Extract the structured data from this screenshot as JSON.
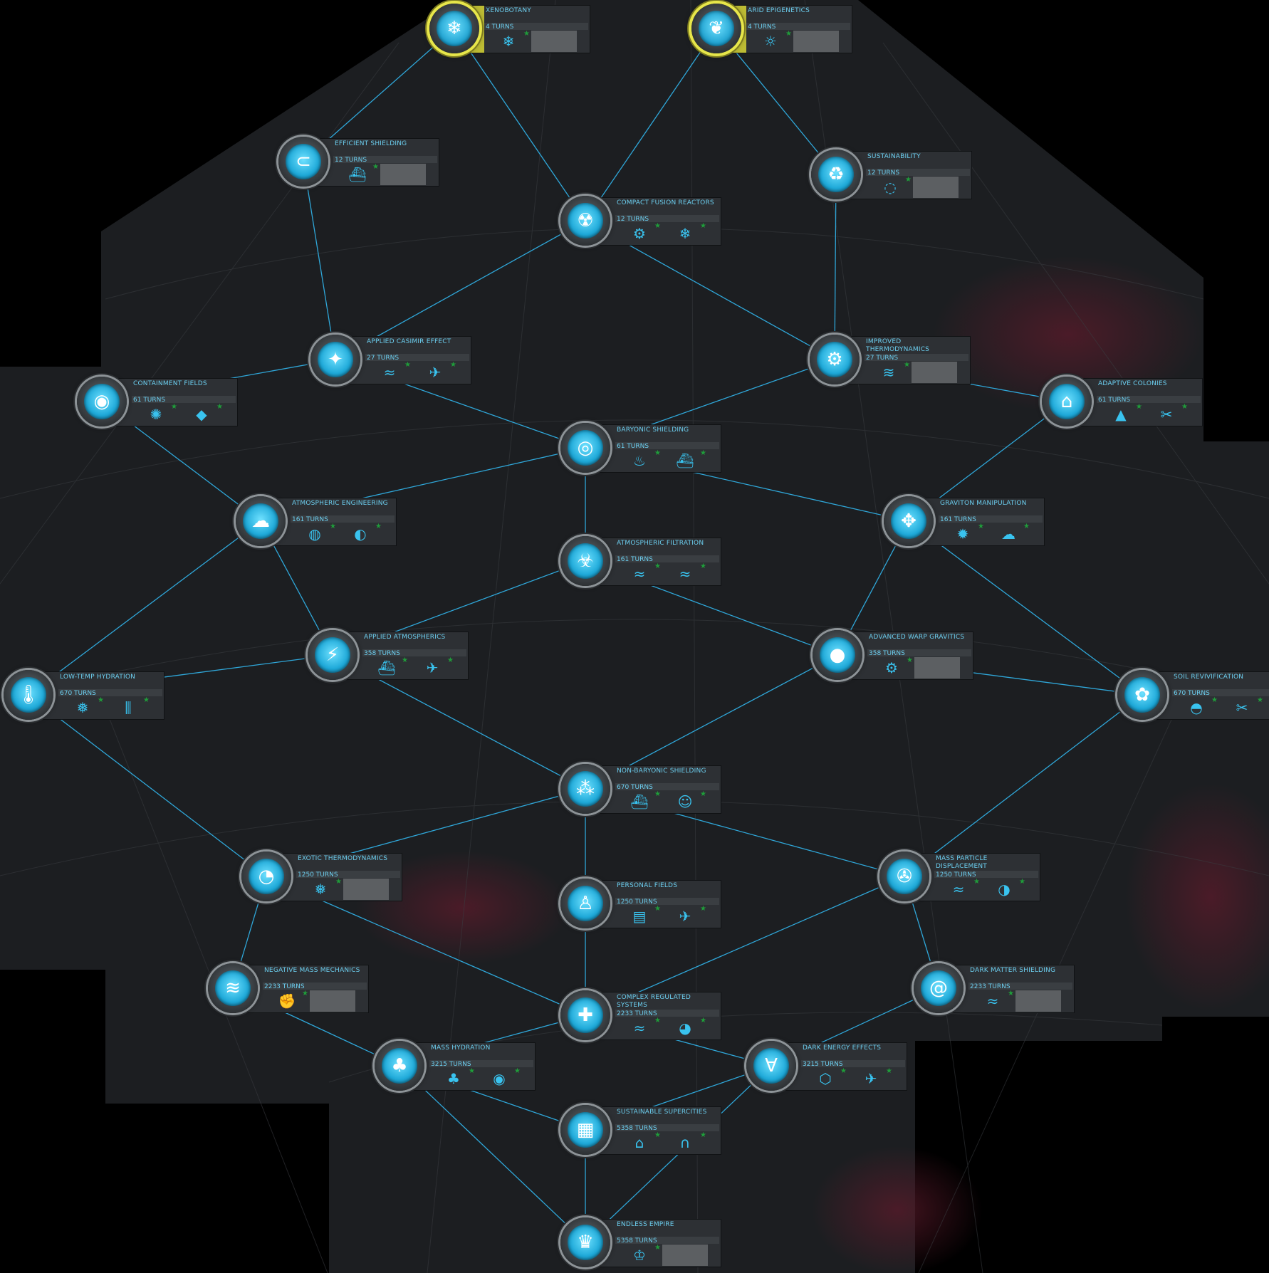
{
  "techs": [
    {
      "id": "xenobotany",
      "name": "XENOBOTANY",
      "turns": "4 TURNS",
      "researched": true,
      "icon": "snowflake-leaf-icon",
      "glyph": "❄",
      "unlocks": [
        "terraform-snow-icon",
        "empty"
      ]
    },
    {
      "id": "arid-epigenetics",
      "name": "ARID EPIGENETICS",
      "turns": "4 TURNS",
      "researched": true,
      "icon": "leaf-dunes-icon",
      "glyph": "❦",
      "unlocks": [
        "terraform-arid-icon",
        "empty"
      ]
    },
    {
      "id": "efficient-shielding",
      "name": "EFFICIENT SHIELDING",
      "turns": "12 TURNS",
      "researched": false,
      "icon": "magnet-icon",
      "glyph": "⊂",
      "unlocks": [
        "ship-hull-icon",
        "empty"
      ]
    },
    {
      "id": "sustainability",
      "name": "SUSTAINABILITY",
      "turns": "12 TURNS",
      "researched": false,
      "icon": "recycle-icon",
      "glyph": "♻",
      "unlocks": [
        "terraform-barren-icon",
        "empty"
      ]
    },
    {
      "id": "compact-fusion-reactors",
      "name": "COMPACT FUSION REACTORS",
      "turns": "12 TURNS",
      "researched": false,
      "icon": "radiation-icon",
      "glyph": "☢",
      "unlocks": [
        "engine-icon",
        "terraform-snow-icon"
      ]
    },
    {
      "id": "applied-casimir-effect",
      "name": "APPLIED CASIMIR EFFECT",
      "turns": "27 TURNS",
      "researched": false,
      "icon": "plates-spark-icon",
      "glyph": "✦",
      "unlocks": [
        "shield-wave-icon",
        "satellite-arrows-icon"
      ]
    },
    {
      "id": "improved-thermodynamics",
      "name": "IMPROVED THERMODYNAMICS",
      "turns": "27 TURNS",
      "researched": false,
      "icon": "engine-block-icon",
      "glyph": "⚙",
      "unlocks": [
        "heat-coil-icon",
        "empty"
      ]
    },
    {
      "id": "containment-fields",
      "name": "CONTAINMENT FIELDS",
      "turns": "61 TURNS",
      "researched": false,
      "icon": "vault-icon",
      "glyph": "◉",
      "unlocks": [
        "terraform-lava-icon",
        "resource-gems-icon"
      ]
    },
    {
      "id": "adaptive-colonies",
      "name": "ADAPTIVE COLONIES",
      "turns": "61 TURNS",
      "researched": false,
      "icon": "house-icon",
      "glyph": "⌂",
      "unlocks": [
        "pyramid-icon",
        "scissors-icon"
      ]
    },
    {
      "id": "baryonic-shielding",
      "name": "BARYONIC SHIELDING",
      "turns": "61 TURNS",
      "researched": false,
      "icon": "orb-icon",
      "glyph": "◎",
      "unlocks": [
        "terraform-fire-icon",
        "ship-hull-icon"
      ]
    },
    {
      "id": "atmospheric-engineering",
      "name": "ATMOSPHERIC ENGINEERING",
      "turns": "161 TURNS",
      "researched": false,
      "icon": "cloud-rain-icon",
      "glyph": "☁",
      "unlocks": [
        "terraform-ocean-icon",
        "planet-ring-icon"
      ]
    },
    {
      "id": "graviton-manipulation",
      "name": "GRAVITON MANIPULATION",
      "turns": "161 TURNS",
      "researched": false,
      "icon": "arrows-out-icon",
      "glyph": "✥",
      "unlocks": [
        "planet-fire-icon",
        "planet-storm-icon"
      ]
    },
    {
      "id": "atmospheric-filtration",
      "name": "ATMOSPHERIC FILTRATION",
      "turns": "161 TURNS",
      "researched": false,
      "icon": "biohazard-icon",
      "glyph": "☣",
      "unlocks": [
        "shield-wave-icon",
        "terraform-wave-icon"
      ]
    },
    {
      "id": "applied-atmospherics",
      "name": "APPLIED ATMOSPHERICS",
      "turns": "358 TURNS",
      "researched": false,
      "icon": "plug-bolt-icon",
      "glyph": "⚡",
      "unlocks": [
        "ship-hull-icon",
        "satellite-arrows-icon"
      ]
    },
    {
      "id": "advanced-warp-gravitics",
      "name": "ADVANCED WARP GRAVITICS",
      "turns": "358 TURNS",
      "researched": false,
      "icon": "apple-icon",
      "glyph": "●",
      "unlocks": [
        "engine-icon",
        "empty"
      ]
    },
    {
      "id": "low-temp-hydration",
      "name": "LOW-TEMP HYDRATION",
      "turns": "670 TURNS",
      "researched": false,
      "icon": "thermometer-icon",
      "glyph": "🌡",
      "unlocks": [
        "planet-snow-icon",
        "test-tubes-icon"
      ]
    },
    {
      "id": "soil-revivification",
      "name": "SOIL REVIVIFICATION",
      "turns": "670 TURNS",
      "researched": false,
      "icon": "planet-sprout-icon",
      "glyph": "✿",
      "unlocks": [
        "planet-arid-icon",
        "scissors-icon"
      ]
    },
    {
      "id": "non-baryonic-shielding",
      "name": "NON-BARYONIC SHIELDING",
      "turns": "670 TURNS",
      "researched": false,
      "icon": "atom-cells-icon",
      "glyph": "⁂",
      "unlocks": [
        "ship-hull-icon",
        "population-icon"
      ]
    },
    {
      "id": "exotic-thermodynamics",
      "name": "EXOTIC THERMODYNAMICS",
      "turns": "1250 TURNS",
      "researched": false,
      "icon": "gauge-icon",
      "glyph": "◔",
      "unlocks": [
        "planet-snow-icon",
        "empty"
      ]
    },
    {
      "id": "personal-fields",
      "name": "PERSONAL FIELDS",
      "turns": "1250 TURNS",
      "researched": false,
      "icon": "person-icon",
      "glyph": "♙",
      "unlocks": [
        "calculator-icon",
        "satellite-arrows-icon"
      ]
    },
    {
      "id": "mass-particle-displacement",
      "name": "MASS PARTICLE DISPLACEMENT",
      "turns": "1250 TURNS",
      "researched": false,
      "icon": "tri-orb-icon",
      "glyph": "✇",
      "unlocks": [
        "shield-wave-icon",
        "planet-terraform-icon"
      ]
    },
    {
      "id": "negative-mass-mechanics",
      "name": "NEGATIVE MASS MECHANICS",
      "turns": "2233 TURNS",
      "researched": false,
      "icon": "wave-sphere-icon",
      "glyph": "≋",
      "unlocks": [
        "muscle-arm-icon",
        "empty"
      ]
    },
    {
      "id": "complex-regulated-systems",
      "name": "COMPLEX REGULATED SYSTEMS",
      "turns": "2233 TURNS",
      "researched": false,
      "icon": "puzzle-icon",
      "glyph": "✚",
      "unlocks": [
        "shield-wave-icon",
        "planet-lava-icon"
      ]
    },
    {
      "id": "dark-matter-shielding",
      "name": "DARK MATTER SHIELDING",
      "turns": "2233 TURNS",
      "researched": false,
      "icon": "spiral-icon",
      "glyph": "@",
      "unlocks": [
        "shield-wave-icon",
        "empty"
      ]
    },
    {
      "id": "mass-hydration",
      "name": "MASS HYDRATION",
      "turns": "3215 TURNS",
      "researched": false,
      "icon": "palm-flask-icon",
      "glyph": "♣",
      "unlocks": [
        "planet-jungle-icon",
        "planet-ocean-icon"
      ]
    },
    {
      "id": "dark-energy-effects",
      "name": "DARK ENERGY EFFECTS",
      "turns": "3215 TURNS",
      "researched": false,
      "icon": "vortex-icon",
      "glyph": "∀",
      "unlocks": [
        "turtle-icon",
        "satellite-arrows-icon"
      ]
    },
    {
      "id": "sustainable-supercities",
      "name": "SUSTAINABLE SUPERCITIES",
      "turns": "5358 TURNS",
      "researched": false,
      "icon": "city-icon",
      "glyph": "▦",
      "unlocks": [
        "houses-icon",
        "arch-icon"
      ]
    },
    {
      "id": "endless-empire",
      "name": "ENDLESS EMPIRE",
      "turns": "5358 TURNS",
      "researched": false,
      "icon": "crown-icon",
      "glyph": "♛",
      "unlocks": [
        "crown-badge-icon",
        "empty"
      ]
    }
  ],
  "colors": {
    "background": "#000000",
    "panel": "#1c1e21",
    "link": "#2fa7d9",
    "accent": "#6ccff0",
    "researched_ring": "#e7e64a",
    "red_glow": "#4a1622"
  }
}
